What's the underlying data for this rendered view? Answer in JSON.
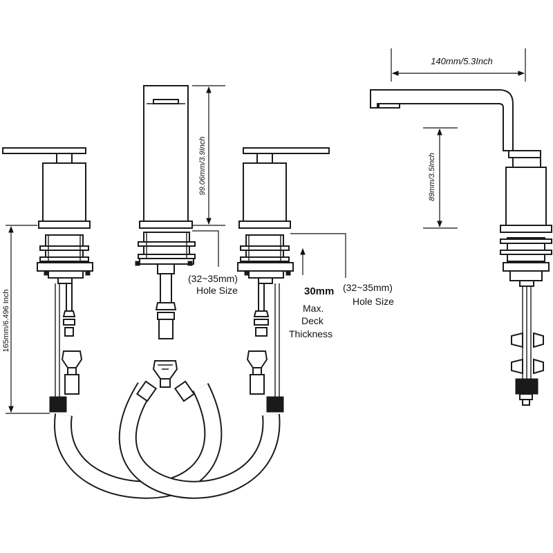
{
  "dimensions": {
    "spout_width": "140mm/5.3Inch",
    "spout_height_front": "99.06mm/3.9Inch",
    "spout_height_side": "89mm/3.5Inch",
    "handle_depth": "165mm/6.496 Inch",
    "hole_size_left": {
      "value": "(32~35mm)",
      "label": "Hole Size"
    },
    "hole_size_right": {
      "value": "(32~35mm)",
      "label": "Hole Size"
    },
    "deck": {
      "value": "30mm",
      "line1": "Max.",
      "line2": "Deck",
      "line3": "Thickness"
    }
  }
}
